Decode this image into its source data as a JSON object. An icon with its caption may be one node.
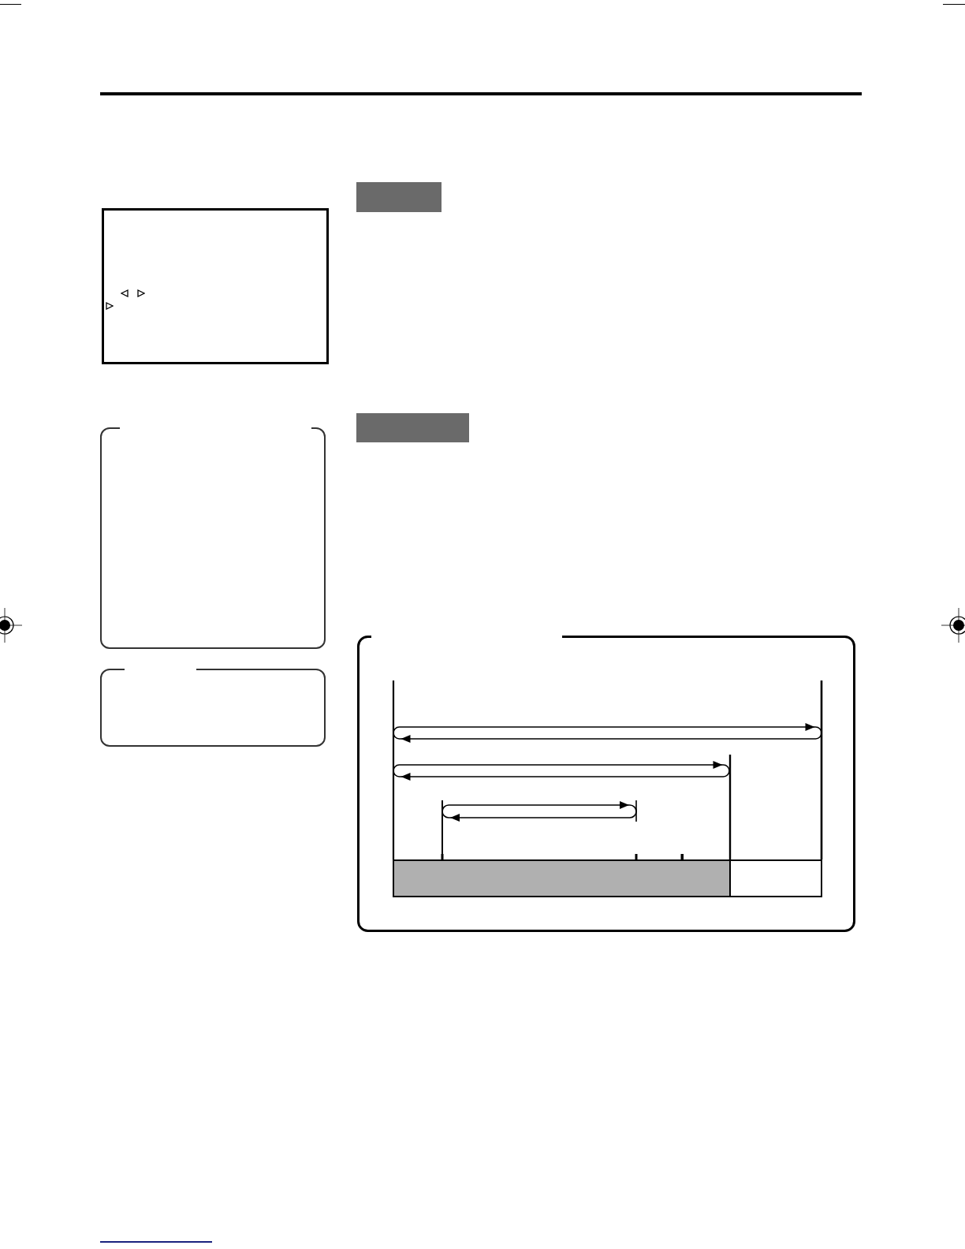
{
  "diagram": {
    "nodes": [
      {
        "text": [],
        "shape": "box"
      },
      {
        "text": [],
        "shape": "box"
      },
      {
        "text": [],
        "shape": "box"
      },
      {
        "text": [],
        "shape": "box"
      },
      {
        "text": [],
        "shape": "box"
      },
      {
        "text": [],
        "shape": "box"
      },
      {
        "text": [],
        "shape": "bar",
        "in": 5
      },
      {
        "text": [],
        "shape": "bar",
        "in": 5
      }
    ]
  }
}
